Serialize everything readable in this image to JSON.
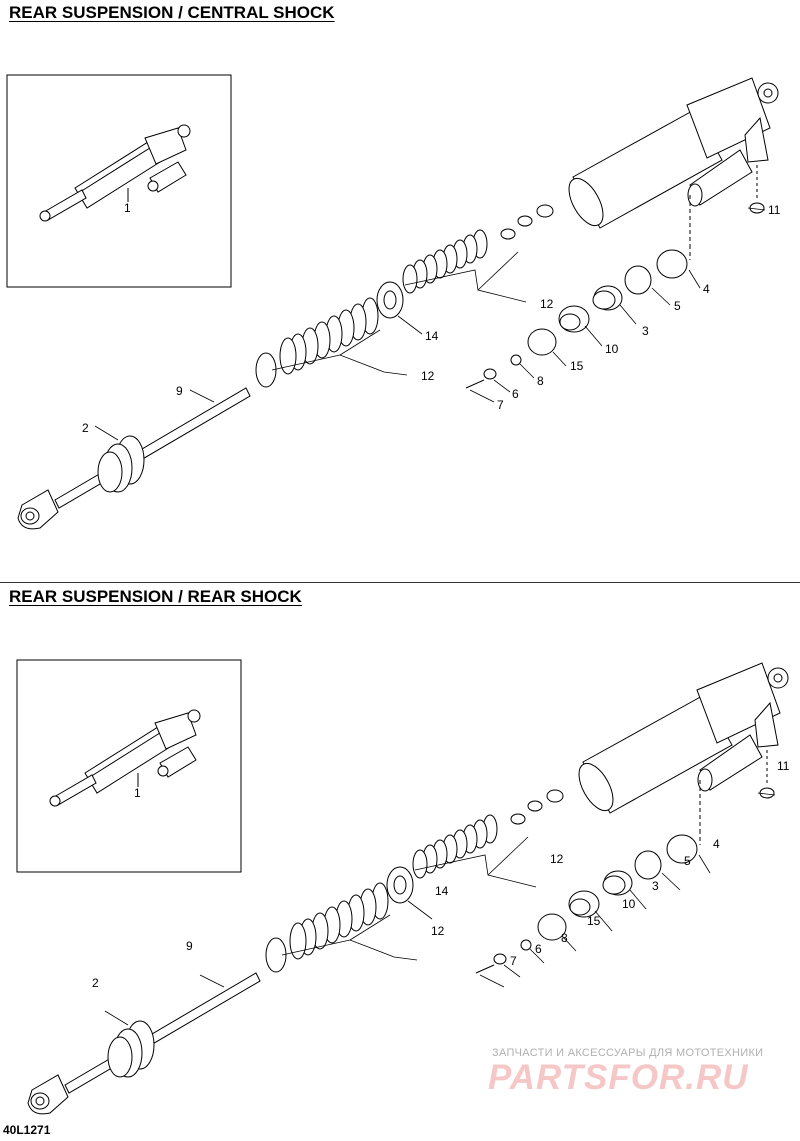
{
  "sections": [
    {
      "title": "REAR SUSPENSION / CENTRAL SHOCK",
      "labels": {
        "inset_1": "1",
        "p2": "2",
        "p3": "3",
        "p4": "4",
        "p5": "5",
        "p6": "6",
        "p7": "7",
        "p8": "8",
        "p9": "9",
        "p10": "10",
        "p11": "11",
        "p12a": "12",
        "p12b": "12",
        "p14": "14",
        "p15": "15"
      }
    },
    {
      "title": "REAR SUSPENSION / REAR SHOCK",
      "labels": {
        "inset_1": "1",
        "p2": "2",
        "p3": "3",
        "p4": "4",
        "p5": "5",
        "p6": "6",
        "p7": "7",
        "p8": "8",
        "p9": "9",
        "p10": "10",
        "p11": "11",
        "p12a": "12",
        "p12b": "12",
        "p14": "14",
        "p15": "15"
      }
    }
  ],
  "drawing_code": "40L1271",
  "watermark": {
    "line1": "ЗАПЧАСТИ И АКСЕССУАРЫ ДЛЯ МОТОТЕХНИКИ",
    "line2": "PARTSFOR.RU"
  }
}
